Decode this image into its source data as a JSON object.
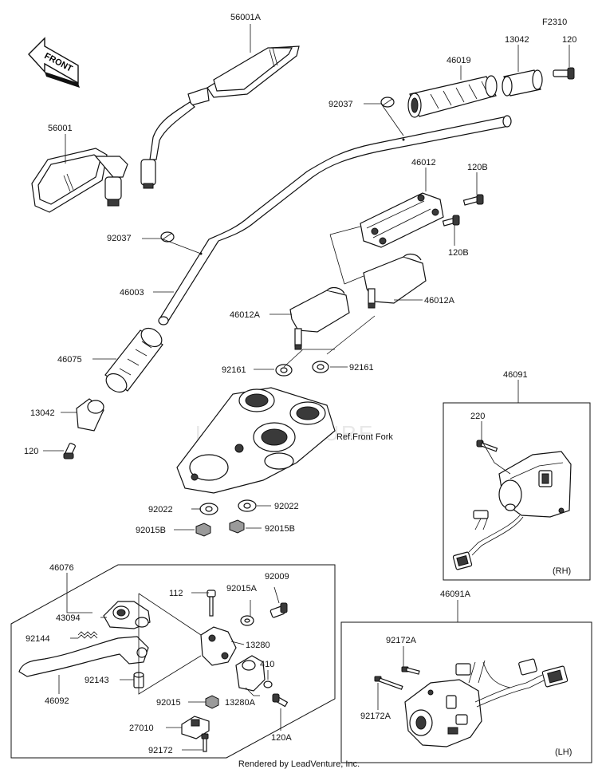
{
  "diagram_code": "F2310",
  "front_label": "FRONT",
  "watermark": "LEADVENTURE",
  "ref_label": "Ref.Front Fork",
  "rh_label": "(RH)",
  "lh_label": "(LH)",
  "footer": "Rendered by LeadVenture, Inc.",
  "parts": {
    "p56001A": "56001A",
    "p56001": "56001",
    "p120_top": "120",
    "p13042_top": "13042",
    "p46019": "46019",
    "p92037_top": "92037",
    "p46012": "46012",
    "p120B_a": "120B",
    "p120B_b": "120B",
    "p92037_left": "92037",
    "p46003": "46003",
    "p46012A_left": "46012A",
    "p46012A_right": "46012A",
    "p46075": "46075",
    "p92161_left": "92161",
    "p92161_right": "92161",
    "p13042_left": "13042",
    "p120_left": "120",
    "p46091": "46091",
    "p220": "220",
    "p92022_left": "92022",
    "p92022_right": "92022",
    "p92015B_left": "92015B",
    "p92015B_right": "92015B",
    "p46076": "46076",
    "p112": "112",
    "p92015A": "92015A",
    "p92009": "92009",
    "p43094": "43094",
    "p13280": "13280",
    "p92144": "92144",
    "p410": "410",
    "p92143": "92143",
    "p46092": "46092",
    "p92015": "92015",
    "p13280A": "13280A",
    "p27010": "27010",
    "p120A": "120A",
    "p92172": "92172",
    "p46091A": "46091A",
    "p92172A_a": "92172A",
    "p92172A_b": "92172A"
  }
}
